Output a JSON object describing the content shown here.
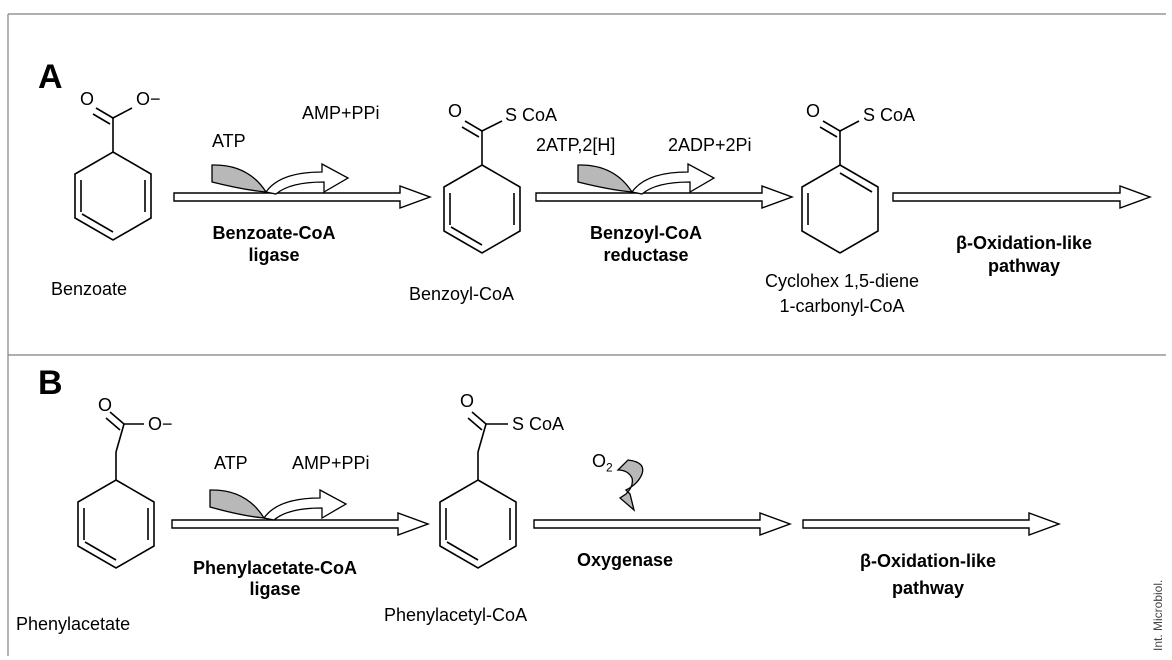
{
  "panelA": {
    "letter": "A",
    "benzoate": "Benzoate",
    "benzoate_O": "O",
    "benzoate_Ominus": "O−",
    "step1": {
      "in": "ATP",
      "out": "AMP+PPi",
      "enzyme_line1": "Benzoate-CoA",
      "enzyme_line2": "ligase"
    },
    "benzoylcoa": "Benzoyl-CoA",
    "benzoylcoa_O": "O",
    "benzoylcoa_SCoA": "S CoA",
    "step2": {
      "in": "2ATP,2[H]",
      "out": "2ADP+2Pi",
      "enzyme_line1": "Benzoyl-CoA",
      "enzyme_line2": "reductase"
    },
    "cyclohex_line1": "Cyclohex 1,5-diene",
    "cyclohex_line2": "1-carbonyl-CoA",
    "cyclohex_O": "O",
    "cyclohex_SCoA": "S CoA",
    "step3": {
      "line1": "β-Oxidation-like",
      "line2": "pathway"
    }
  },
  "panelB": {
    "letter": "B",
    "phenylacetate": "Phenylacetate",
    "phenylacetate_O": "O",
    "phenylacetate_Ominus": "O−",
    "step1": {
      "in": "ATP",
      "out": "AMP+PPi",
      "enzyme_line1": "Phenylacetate-CoA",
      "enzyme_line2": "ligase"
    },
    "phenylacetylcoa": "Phenylacetyl-CoA",
    "phenylacetylcoa_O": "O",
    "phenylacetylcoa_SCoA": "S CoA",
    "step2": {
      "o2": "O",
      "o2_sub": "2",
      "enzyme": "Oxygenase"
    },
    "step3": {
      "line1": "β-Oxidation-like",
      "line2": "pathway"
    }
  },
  "credit": "Int. Microbiol.",
  "colors": {
    "grey_arrow": "#b8b8b8",
    "frame": "#808080"
  }
}
